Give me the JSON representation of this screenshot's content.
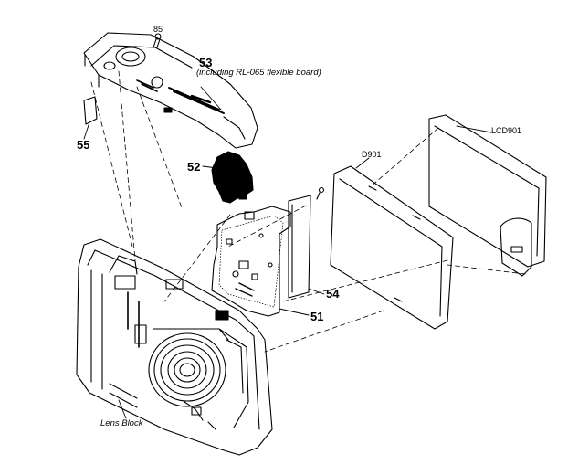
{
  "diagram": {
    "labels": {
      "p85": "85",
      "p53": "53",
      "p53_desc": "(including RL-065 flexible board)",
      "p55": "55",
      "p52": "52",
      "pD901": "D901",
      "pLCD901": "LCD901",
      "p54": "54",
      "p51": "51",
      "pLens": "Lens Block"
    }
  }
}
